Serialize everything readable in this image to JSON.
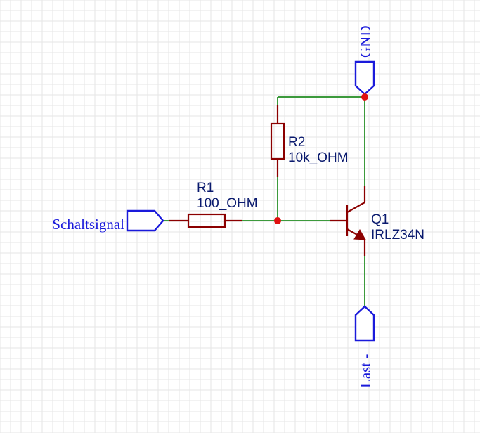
{
  "schematic": {
    "ports": {
      "input": "Schaltsignal",
      "gnd": "GND",
      "load": "Last -"
    },
    "components": {
      "r1": {
        "ref": "R1",
        "value": "100_OHM"
      },
      "r2": {
        "ref": "R2",
        "value": "10k_OHM"
      },
      "q1": {
        "ref": "Q1",
        "value": "IRLZ34N"
      }
    }
  },
  "colors": {
    "wire": "#3c9a3c",
    "component": "#8b0000",
    "port": "#1a1adb",
    "junction": "#e01010",
    "grid": "#e6e6e6"
  }
}
